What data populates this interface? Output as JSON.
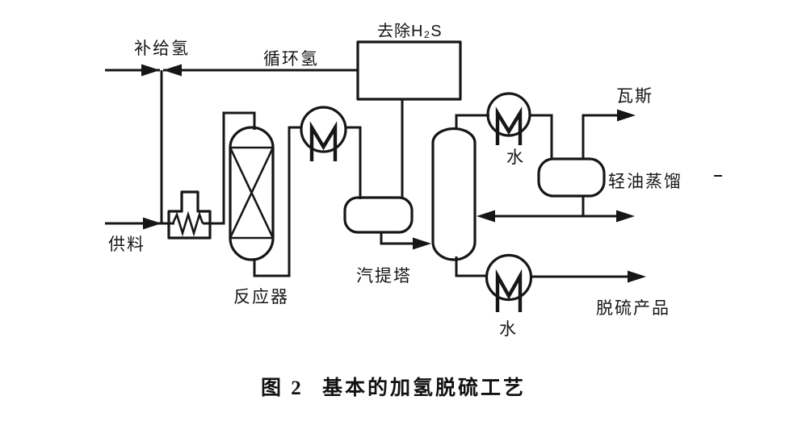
{
  "diagram": {
    "caption": {
      "figure_number": "图 2",
      "title": "基本的加氢脱硫工艺"
    },
    "streams": {
      "makeup_hydrogen": "补给氢",
      "recycle_hydrogen": "循环氢",
      "feed": "供料",
      "gas": "瓦斯",
      "light_oil_distillation": "轻油蒸馏",
      "desulfurized_product": "脱硫产品",
      "cooling_water_top": "水",
      "cooling_water_bottom": "水"
    },
    "equipment": {
      "h2s_removal": "去除H₂S",
      "reactor": "反应器",
      "stripper": "汽提塔"
    },
    "colors": {
      "ink": "#161616",
      "background": "#ffffff"
    }
  }
}
